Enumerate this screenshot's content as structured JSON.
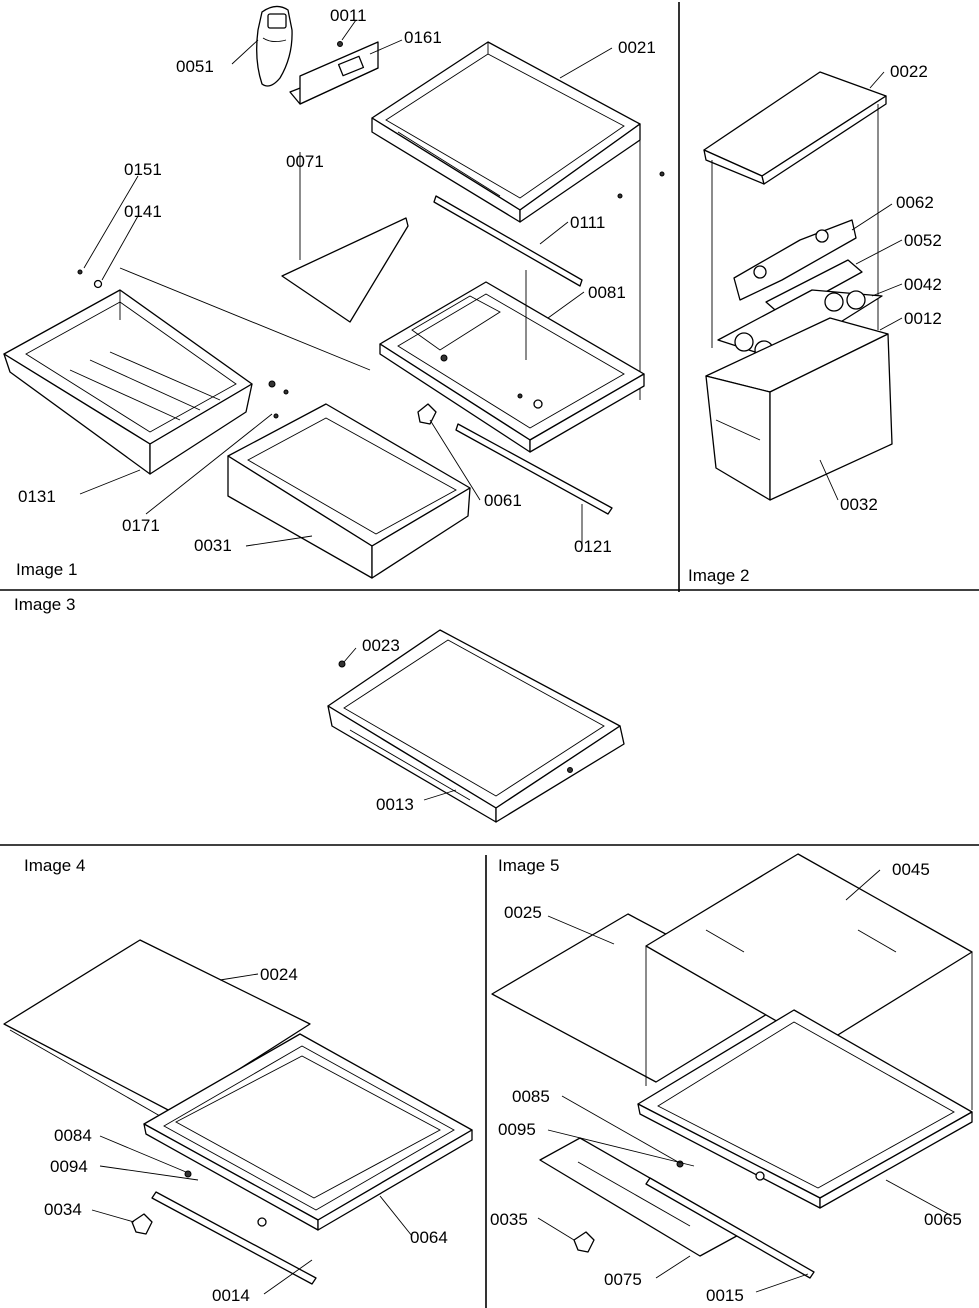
{
  "captions": {
    "image1": "Image 1",
    "image2": "Image 2",
    "image3": "Image 3",
    "image4": "Image 4",
    "image5": "Image 5"
  },
  "parts": {
    "p0011": "0011",
    "p0161": "0161",
    "p0051": "0051",
    "p0021": "0021",
    "p0071": "0071",
    "p0151": "0151",
    "p0141": "0141",
    "p0111": "0111",
    "p0081": "0081",
    "p0131": "0131",
    "p0171": "0171",
    "p0031": "0031",
    "p0061": "0061",
    "p0121": "0121",
    "p0022": "0022",
    "p0062": "0062",
    "p0052": "0052",
    "p0042": "0042",
    "p0012": "0012",
    "p0032": "0032",
    "p0023": "0023",
    "p0013": "0013",
    "p0024": "0024",
    "p0084": "0084",
    "p0094": "0094",
    "p0034": "0034",
    "p0064": "0064",
    "p0014": "0014",
    "p0025": "0025",
    "p0045": "0045",
    "p0085": "0085",
    "p0095": "0095",
    "p0035": "0035",
    "p0075": "0075",
    "p0015": "0015",
    "p0065": "0065"
  }
}
